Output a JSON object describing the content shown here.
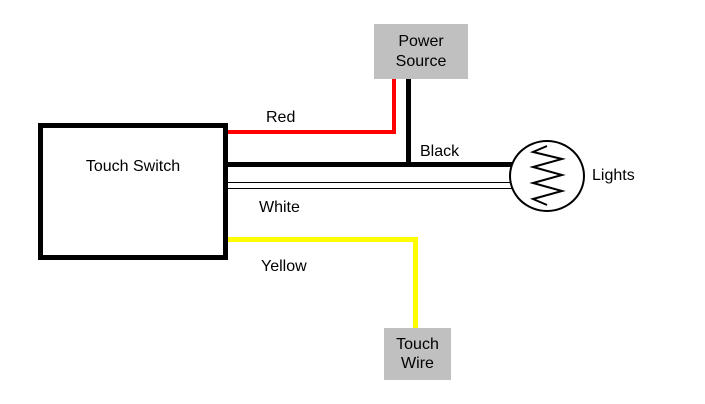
{
  "diagram": {
    "kind": "touch-switch-wiring-diagram",
    "nodes": {
      "power_source": {
        "label": "Power Source",
        "fill": "#c0c0c0"
      },
      "touch_switch": {
        "label": "Touch Switch",
        "fill": "#ffffff"
      },
      "lights": {
        "label": "Lights"
      },
      "touch_wire": {
        "label": "Touch Wire",
        "fill": "#c0c0c0"
      }
    },
    "wires": {
      "red": {
        "label": "Red",
        "color": "#ff0000"
      },
      "black": {
        "label": "Black",
        "color": "#000000"
      },
      "white": {
        "label": "White",
        "color": "#ffffff"
      },
      "yellow": {
        "label": "Yellow",
        "color": "#ffff00"
      }
    },
    "colors": {
      "background": "#ffffff",
      "outline": "#000000",
      "node_fill": "#c0c0c0"
    }
  }
}
